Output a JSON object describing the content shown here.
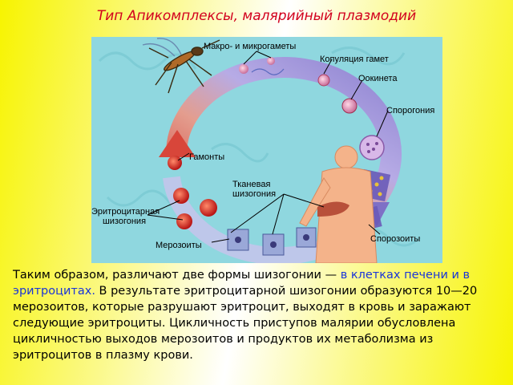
{
  "title": "Тип Апикомплексы, малярийный плазмодий",
  "labels": {
    "macro_micro": "Макро- и микрогаметы",
    "copulation": "Копуляция гамет",
    "ookinete": "Оокинета",
    "sporogony": "Спорогония",
    "gamonts": "Гамонты",
    "tissue_1": "Тканевая",
    "tissue_2": "шизогония",
    "erythro_1": "Эритроцитарная",
    "erythro_2": "шизогония",
    "merozoites": "Мерозоиты",
    "sporozoites": "Спорозоиты"
  },
  "text": {
    "part1": "Таким образом, различают две формы шизогонии — ",
    "highlight": "в клетках печени и в эритроцитах.",
    "part2": " В результате эритроцитарной шизогонии образуются 10—20 мерозоитов, которые разрушают эритроцит, выходят в кровь и заражают следующие эритроциты. Цикличность приступов малярии обусловлена цикличностью выходов мерозоитов и продуктов их метаболизма из эритроцитов в плазму крови."
  },
  "colors": {
    "title": "#d2001e",
    "highlight": "#1a35d8",
    "figure_bg": "#8fd7df",
    "ring_purple": "#8e7fd0",
    "ring_red": "#d8463a"
  }
}
